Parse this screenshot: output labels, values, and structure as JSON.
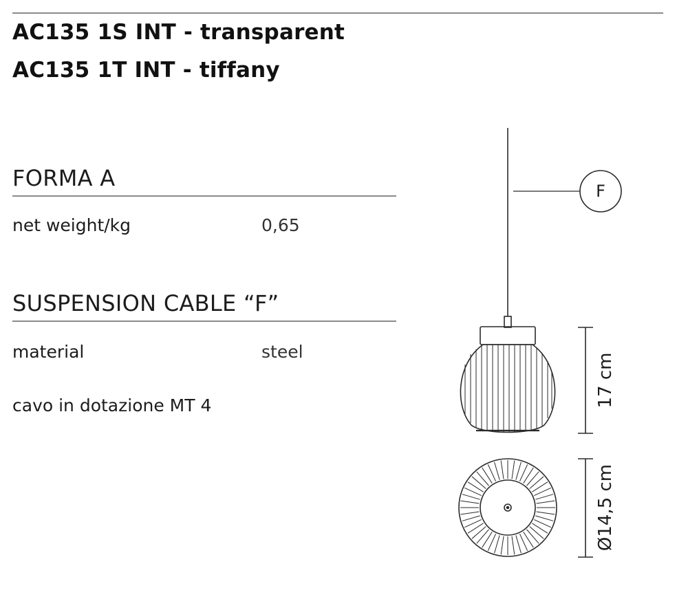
{
  "header": {
    "title_line1": "AC135 1S INT - transparent",
    "title_line2": "AC135 1T INT - tiffany"
  },
  "forma": {
    "heading": "FORMA A",
    "rows": [
      {
        "label": "net weight/kg",
        "value": "0,65"
      }
    ]
  },
  "cable": {
    "heading": "SUSPENSION CABLE “F”",
    "rows": [
      {
        "label": "material",
        "value": "steel"
      }
    ],
    "note": "cavo in dotazione MT 4"
  },
  "drawing": {
    "callout_letter": "F",
    "height_label": "17 cm",
    "diameter_label": "Ø14,5 cm",
    "line_color": "#2a2a2a"
  }
}
